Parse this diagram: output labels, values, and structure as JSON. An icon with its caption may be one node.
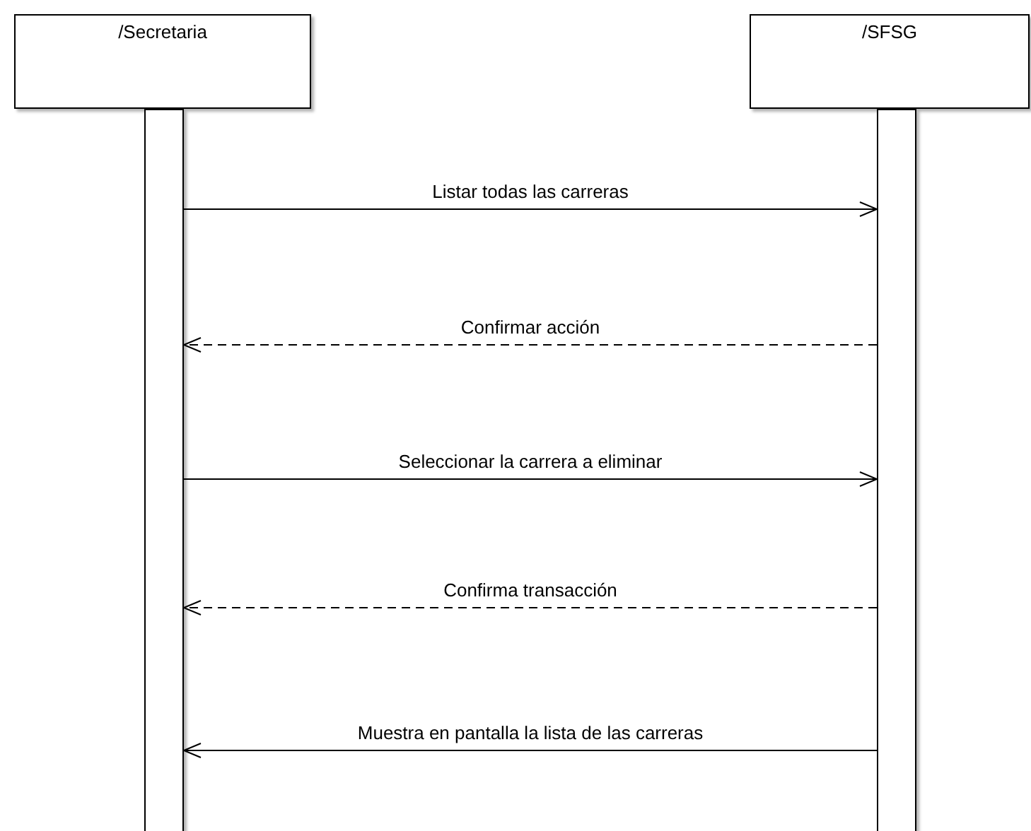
{
  "diagram": {
    "nodes": [
      {
        "text": [
          "/Secretaria"
        ]
      },
      {
        "text": [
          "/SFSG"
        ]
      },
      {
        "text": [],
        "shape": "bar"
      },
      {
        "text": [],
        "shape": "bar"
      }
    ],
    "edges": [
      {
        "from": 2,
        "to": 3,
        "arrow": "to",
        "label": "Listar todas las carreras"
      },
      {
        "from": 3,
        "to": 2,
        "arrow": "to",
        "label": "Confirmar acción",
        "style": "dashed"
      },
      {
        "from": 2,
        "to": 3,
        "arrow": "to",
        "label": "Seleccionar la carrera a eliminar"
      },
      {
        "from": 3,
        "to": 2,
        "arrow": "to",
        "label": "Confirma transacción",
        "style": "dashed"
      },
      {
        "from": 3,
        "to": 2,
        "arrow": "to",
        "label": "Muestra en pantalla la lista de las carreras"
      }
    ]
  }
}
